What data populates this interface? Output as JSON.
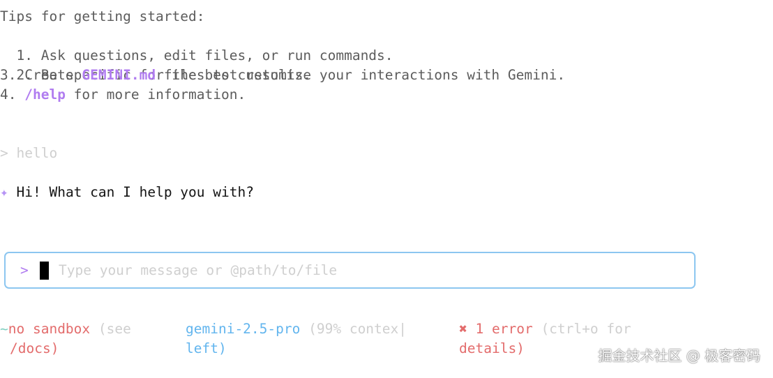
{
  "tips": {
    "heading": "Tips for getting started:",
    "items": [
      {
        "prefix": "1. Ask questions, edit files, or run commands."
      },
      {
        "prefix": "2. Be specific for the best results."
      },
      {
        "prefix": "3. Create ",
        "highlight": "GEMINI.md",
        "suffix": " files to customize your interactions with Gemini."
      },
      {
        "prefix": "4. ",
        "highlight": "/help",
        "suffix": " for more information."
      }
    ]
  },
  "conversation": {
    "user_prompt_symbol": ">",
    "user_message": "hello",
    "assistant_icon": "sparkle-icon",
    "assistant_symbol": "✦",
    "assistant_message": "Hi! What can I help you with?"
  },
  "input": {
    "prompt_symbol": ">",
    "placeholder": "Type your message or @path/to/file",
    "value": ""
  },
  "footer": {
    "tilde": "~",
    "sandbox_label": "no sandbox",
    "sandbox_hint_1": "(see",
    "sandbox_hint_2": "/docs)",
    "model_name": "gemini-2.5-pro",
    "context_1": "(99% contex",
    "context_2": "left)",
    "error_icon": "error-x-icon",
    "error_symbol": "✖",
    "error_label": "1 error",
    "error_hint_1": "(ctrl+o for",
    "error_hint_2": "details)"
  },
  "watermark": "掘金技术社区 @ 极客密码",
  "colors": {
    "accent_purple": "#b07cf0",
    "input_border_blue": "#8cc6f0",
    "model_blue": "#62b5ee",
    "error_red": "#e36c6c",
    "tilde_teal": "#7fcfc0"
  }
}
